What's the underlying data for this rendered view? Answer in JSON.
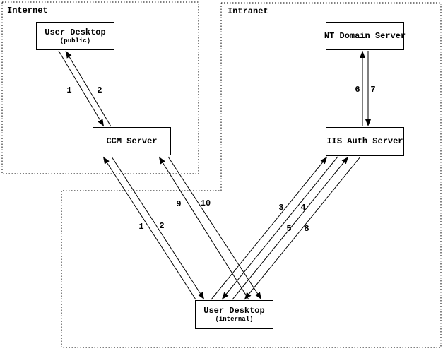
{
  "zones": {
    "internet": "Internet",
    "intranet": "Intranet"
  },
  "nodes": {
    "user_desktop_public": {
      "title": "User Desktop",
      "subtitle": "(public)"
    },
    "ccm_server": {
      "title": "CCM Server"
    },
    "nt_domain_server": {
      "title": "NT Domain Server"
    },
    "iis_auth_server": {
      "title": "IIS Auth Server"
    },
    "user_desktop_internal": {
      "title": "User Desktop",
      "subtitle": "(internal)"
    }
  },
  "edges": [
    {
      "label": "1",
      "from": "user_desktop_public",
      "to": "ccm_server"
    },
    {
      "label": "2",
      "from": "ccm_server",
      "to": "user_desktop_public"
    },
    {
      "label": "1",
      "from": "user_desktop_internal",
      "to": "ccm_server"
    },
    {
      "label": "2",
      "from": "ccm_server",
      "to": "user_desktop_internal"
    },
    {
      "label": "9",
      "from": "user_desktop_internal",
      "to": "ccm_server"
    },
    {
      "label": "10",
      "from": "ccm_server",
      "to": "user_desktop_internal"
    },
    {
      "label": "3",
      "from": "user_desktop_internal",
      "to": "iis_auth_server"
    },
    {
      "label": "4",
      "from": "iis_auth_server",
      "to": "user_desktop_internal"
    },
    {
      "label": "5",
      "from": "user_desktop_internal",
      "to": "iis_auth_server"
    },
    {
      "label": "8",
      "from": "iis_auth_server",
      "to": "user_desktop_internal"
    },
    {
      "label": "6",
      "from": "iis_auth_server",
      "to": "nt_domain_server"
    },
    {
      "label": "7",
      "from": "nt_domain_server",
      "to": "iis_auth_server"
    }
  ]
}
